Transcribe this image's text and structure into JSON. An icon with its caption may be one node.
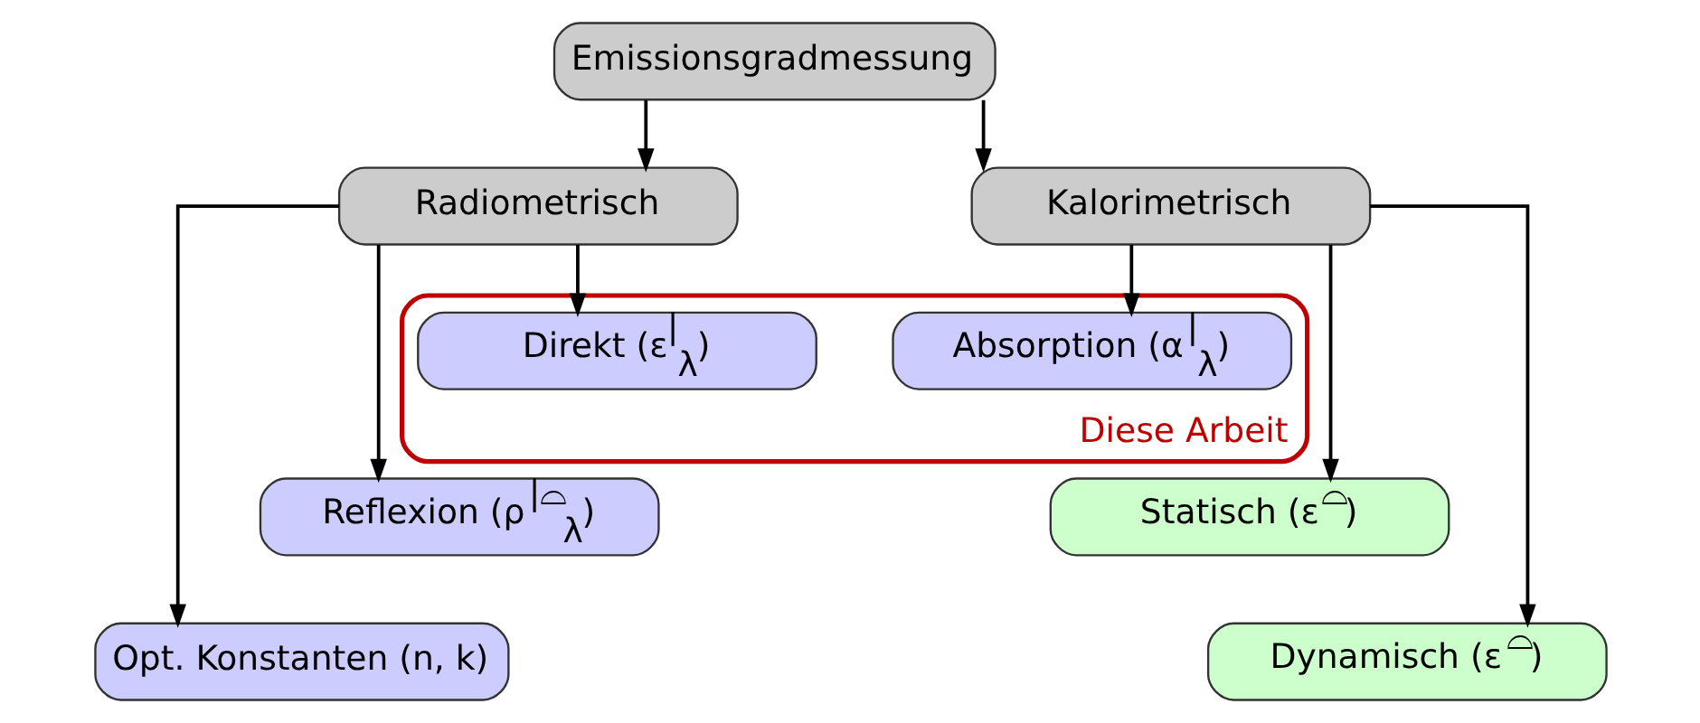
{
  "diagram": {
    "nodes": [
      {
        "text": [
          "Emissionsgradmessung"
        ]
      },
      {
        "text": [
          "Radiometrisch"
        ]
      },
      {
        "text": [
          "Kalorimetrisch"
        ]
      },
      {
        "text": [
          "Diese Arbeit"
        ]
      },
      {
        "text": [
          "Direkt (ε$^{|}$$_{λ}$)"
        ],
        "in": 3
      },
      {
        "text": [
          "Absorption (α$^{|}$$_{λ}$)"
        ],
        "in": 3
      },
      {
        "text": [
          "Reflexion (ρ$^{|⌓}$$_{λ}$)"
        ]
      },
      {
        "text": [
          "Statisch (ε$^{⌓}$)"
        ]
      },
      {
        "text": [
          "Opt. Konstanten (n, k)"
        ]
      },
      {
        "text": [
          "Dynamisch (ε$^{⌓}$)"
        ]
      }
    ],
    "edges": [
      {
        "from": 0,
        "to": 1,
        "arrow": "to"
      },
      {
        "from": 0,
        "to": 2,
        "arrow": "to"
      },
      {
        "from": 1,
        "to": 4,
        "arrow": "to"
      },
      {
        "from": 1,
        "to": 6,
        "arrow": "to"
      },
      {
        "from": 1,
        "to": 8,
        "arrow": "to"
      },
      {
        "from": 2,
        "to": 5,
        "arrow": "to"
      },
      {
        "from": 2,
        "to": 7,
        "arrow": "to"
      },
      {
        "from": 2,
        "to": 9,
        "arrow": "to"
      }
    ]
  }
}
